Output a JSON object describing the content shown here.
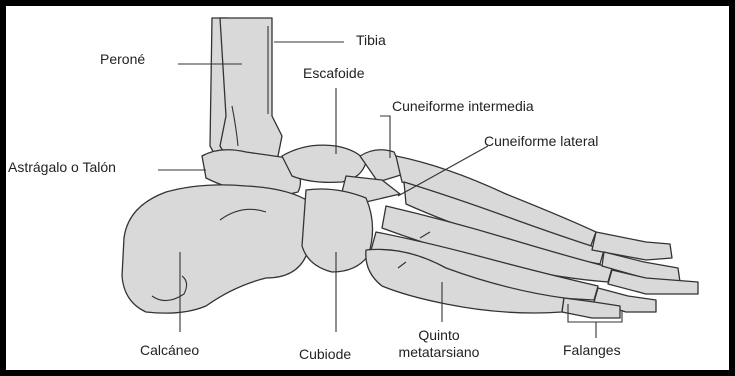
{
  "labels": {
    "perone": "Peroné",
    "tibia": "Tibia",
    "escafoide": "Escafoide",
    "cuneiforme_intermedia": "Cuneiforme intermedia",
    "cuneiforme_lateral": "Cuneiforme lateral",
    "astragalo": "Astrágalo o Talón",
    "calcaneo": "Calcáneo",
    "cubiode": "Cubiode",
    "quinto_line1": "Quinto",
    "quinto_line2": "metatarsiano",
    "falanges": "Falanges"
  },
  "colors": {
    "bone_fill": "#d9d9d9",
    "outline": "#333333",
    "border": "#000000",
    "background": "#ffffff"
  }
}
